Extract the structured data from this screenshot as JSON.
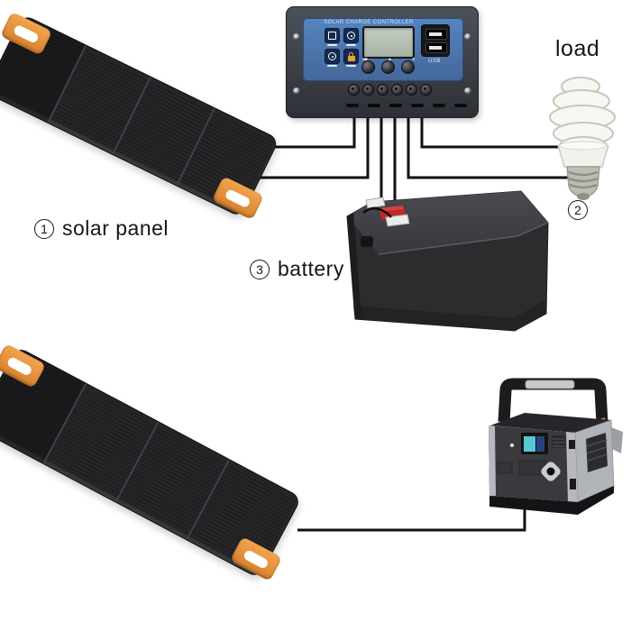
{
  "scene": {
    "labels": {
      "solar_panel": {
        "num": "1",
        "text": "solar panel"
      },
      "load": {
        "num": "2",
        "text": "load"
      },
      "battery": {
        "num": "3",
        "text": "battery"
      }
    },
    "controller": {
      "header": "SOLAR CHARGE CONTROLLER",
      "usb_label": "USB"
    },
    "components": [
      {
        "id": "solar-panel-top",
        "name": "folding solar panel"
      },
      {
        "id": "charge-controller",
        "name": "solar charge controller"
      },
      {
        "id": "load-bulb",
        "name": "CFL light bulb (load)"
      },
      {
        "id": "battery",
        "name": "lead-acid battery"
      },
      {
        "id": "solar-panel-bottom",
        "name": "folding solar panel"
      },
      {
        "id": "power-station",
        "name": "portable power station"
      }
    ],
    "colors": {
      "wire": "#111111",
      "handle_orange": "#E8923A",
      "controller_blue": "#4D7CB5",
      "lcd_green": "#B9C3B6",
      "screen_teal": "#58C8D2",
      "battery_terminal_red": "#C02828"
    }
  }
}
